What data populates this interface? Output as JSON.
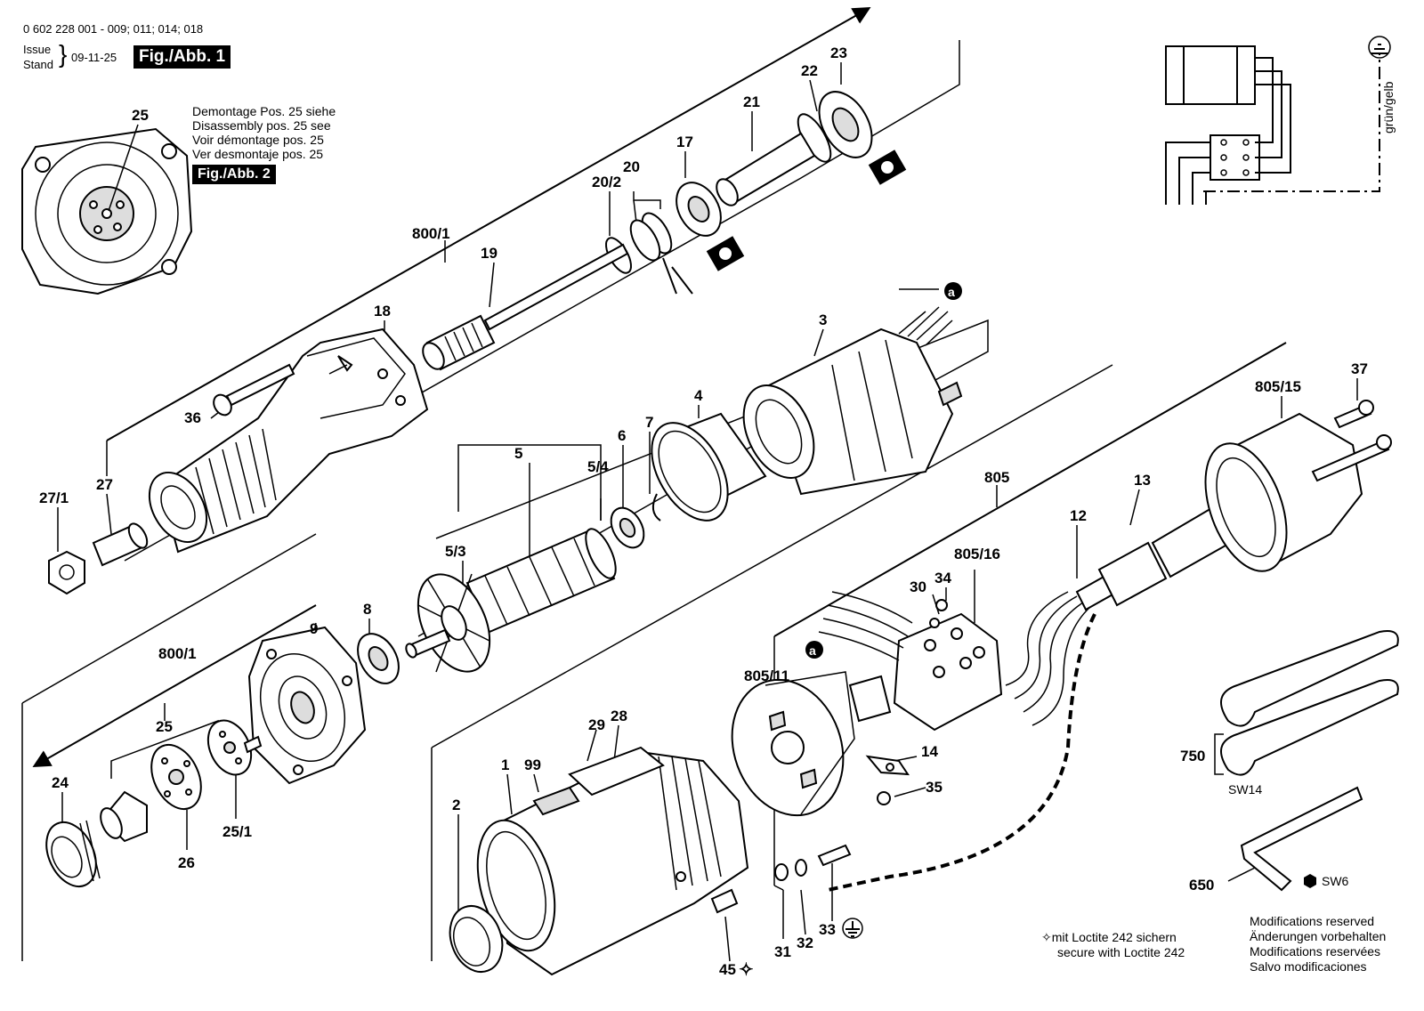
{
  "header": {
    "part_numbers": "0 602 228 001 - 009; 011; 014; 018",
    "issue_label": "Issue",
    "stand_label": "Stand",
    "issue_date": "09-11-25",
    "figure_title": "Fig./Abb. 1"
  },
  "disassembly_note": {
    "line1": "Demontage Pos. 25 siehe",
    "line2": "Disassembly pos. 25 see",
    "line3": "Voir démontage pos. 25",
    "line4": "Ver desmontaje pos. 25",
    "figure_ref": "Fig./Abb. 2"
  },
  "wiring": {
    "ground_label": "grün/gelb"
  },
  "loctite_note": {
    "line1": "mit Loctite 242 sichern",
    "line2": "secure with Loctite 242"
  },
  "modifications_note": {
    "line1": "Modifications reserved",
    "line2": "Änderungen vorbehalten",
    "line3": "Modifications reservées",
    "line4": "Salvo modificaciones"
  },
  "tool_sizes": {
    "wrench": "SW14",
    "hex_key": "SW6"
  },
  "callouts": {
    "p25_inset": "25",
    "p23": "23",
    "p22": "22",
    "p21": "21",
    "p17": "17",
    "p20": "20",
    "p20_2": "20/2",
    "p19": "19",
    "p800_1_top": "800/1",
    "p18": "18",
    "p36": "36",
    "p27": "27",
    "p27_1": "27/1",
    "p3": "3",
    "p4": "4",
    "p7": "7",
    "p6": "6",
    "p5": "5",
    "p5_4": "5/4",
    "p5_3": "5/3",
    "p8": "8",
    "p9": "9",
    "p800_1_bottom": "800/1",
    "p25": "25",
    "p24": "24",
    "p26": "26",
    "p25_1": "25/1",
    "p805_15": "805/15",
    "p37": "37",
    "p805": "805",
    "p13": "13",
    "p12": "12",
    "p805_16": "805/16",
    "p30": "30",
    "p34": "34",
    "pa_top": "a",
    "pa_mid": "a",
    "p805_11": "805/11",
    "p14": "14",
    "p35": "35",
    "p29": "29",
    "p28": "28",
    "p99": "99",
    "p1": "1",
    "p2": "2",
    "p45": "45",
    "p31": "31",
    "p32": "32",
    "p33": "33",
    "p750": "750",
    "p650": "650"
  }
}
